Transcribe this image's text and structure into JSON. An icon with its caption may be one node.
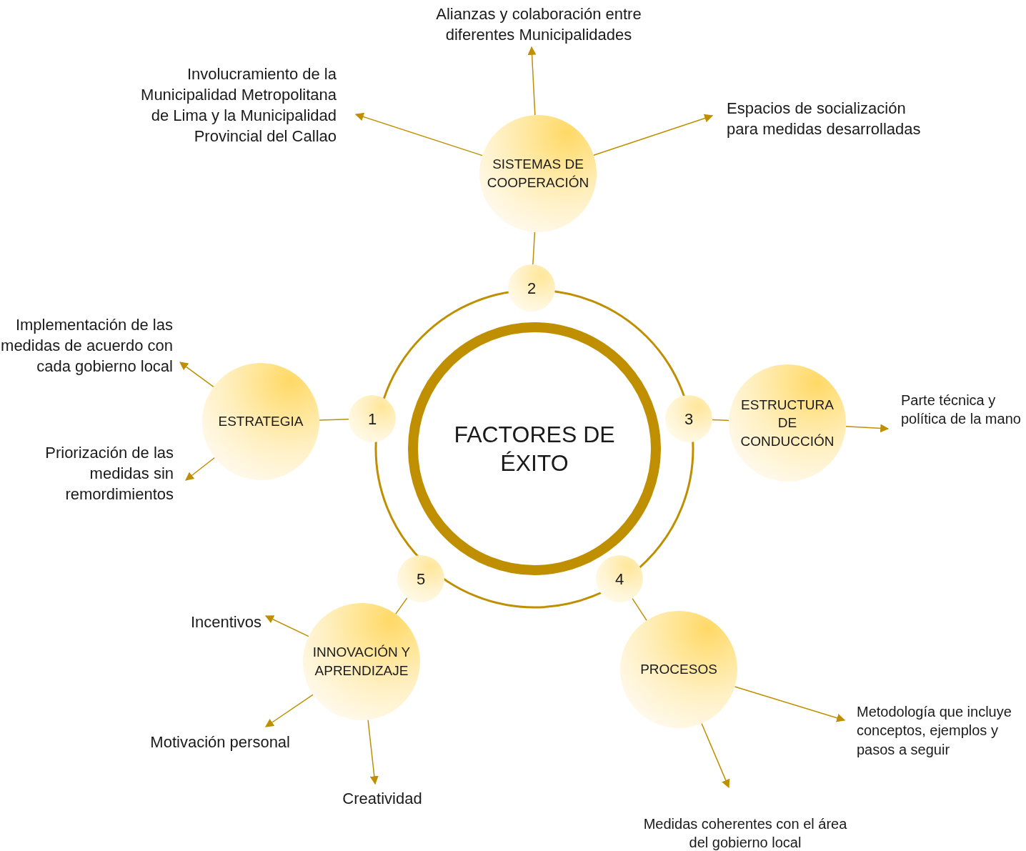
{
  "diagram": {
    "nodes": [
      {
        "text": [
          "FACTORES DE ÉXITO"
        ]
      },
      {
        "text": [
          "1"
        ]
      },
      {
        "text": [
          "2"
        ]
      },
      {
        "text": [
          "3"
        ]
      },
      {
        "text": [
          "4"
        ]
      },
      {
        "text": [
          "5"
        ]
      },
      {
        "text": [
          "ESTRATEGIA"
        ]
      },
      {
        "text": [
          "SISTEMAS DE COOPERACIÓN"
        ]
      },
      {
        "text": [
          "ESTRUCTURA DE CONDUCCIÓN"
        ]
      },
      {
        "text": [
          "PROCESOS"
        ]
      },
      {
        "text": [
          "INNOVACIÓN Y APRENDIZAJE"
        ]
      },
      {
        "text": [
          "Alianzas y colaboración entre diferentes Municipalidades"
        ]
      },
      {
        "text": [
          "Involucramiento de la Municipalidad Metropolitana de Lima y la Municipalidad Provincial del Callao"
        ]
      },
      {
        "text": [
          "Espacios de socialización para medidas desarrolladas"
        ]
      },
      {
        "text": [
          "Implementación de las medidas de acuerdo con cada gobierno local"
        ]
      },
      {
        "text": [
          "Priorización de las medidas sin remordimientos"
        ]
      },
      {
        "text": [
          "Parte técnica y política de la mano"
        ]
      },
      {
        "text": [
          "Metodología que incluye conceptos, ejemplos y pasos a seguir"
        ]
      },
      {
        "text": [
          "Medidas coherentes con el área del gobierno local"
        ]
      },
      {
        "text": [
          "Incentivos"
        ]
      },
      {
        "text": [
          "Motivación personal"
        ]
      },
      {
        "text": [
          "Creatividad"
        ]
      }
    ],
    "edges": [
      {
        "from": 1,
        "to": 6,
        "arrow": "none"
      },
      {
        "from": 2,
        "to": 7,
        "arrow": "none"
      },
      {
        "from": 3,
        "to": 8,
        "arrow": "none"
      },
      {
        "from": 4,
        "to": 9,
        "arrow": "none"
      },
      {
        "from": 5,
        "to": 10,
        "arrow": "none"
      },
      {
        "from": 7,
        "to": 11,
        "arrow": "to"
      },
      {
        "from": 7,
        "to": 12,
        "arrow": "to"
      },
      {
        "from": 7,
        "to": 13,
        "arrow": "to"
      },
      {
        "from": 6,
        "to": 14,
        "arrow": "to"
      },
      {
        "from": 6,
        "to": 15,
        "arrow": "to"
      },
      {
        "from": 8,
        "to": 16,
        "arrow": "to"
      },
      {
        "from": 9,
        "to": 17,
        "arrow": "to"
      },
      {
        "from": 9,
        "to": 18,
        "arrow": "to"
      },
      {
        "from": 10,
        "to": 19,
        "arrow": "to"
      },
      {
        "from": 10,
        "to": 20,
        "arrow": "to"
      },
      {
        "from": 10,
        "to": 21,
        "arrow": "to"
      }
    ]
  }
}
